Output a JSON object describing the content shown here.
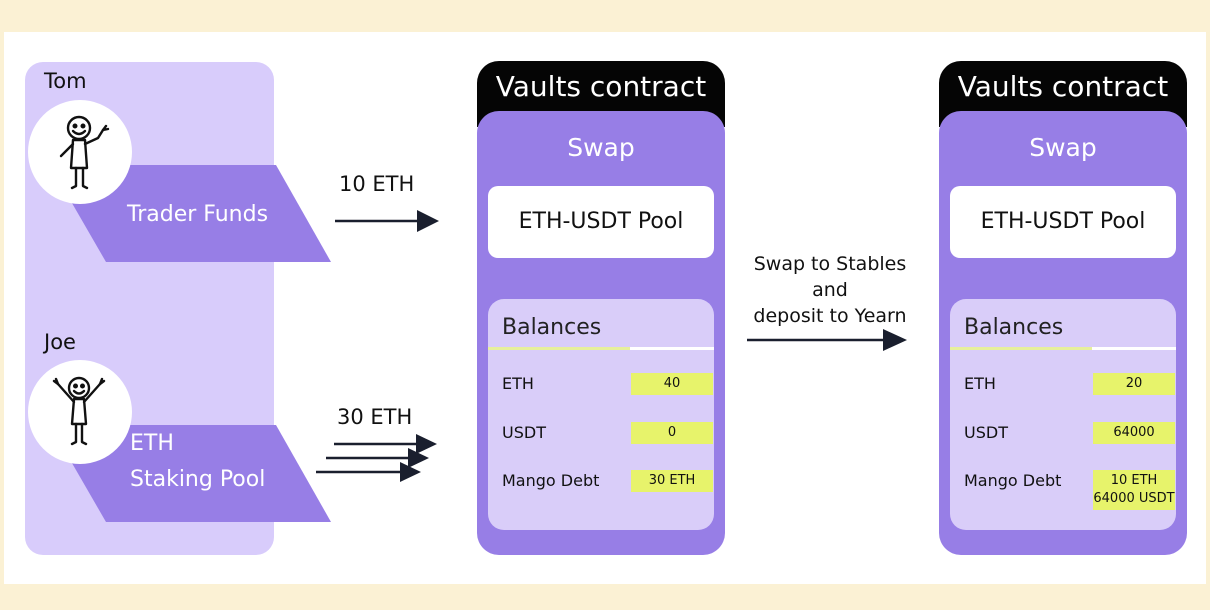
{
  "colors": {
    "background": "#fbf1d4",
    "panel": "#d8ccfb",
    "accent_purple": "#977ee6",
    "vault_header": "#050505",
    "value_highlight": "#e7f36b"
  },
  "users": [
    {
      "name": "Tom",
      "fund": [
        "Trader Funds"
      ]
    },
    {
      "name": "Joe",
      "fund": [
        "ETH",
        "Staking Pool"
      ]
    }
  ],
  "flows": {
    "tom_amount": "10 ETH",
    "joe_amount": "30 ETH",
    "middle": [
      "Swap to Stables",
      "and",
      "deposit to Yearn"
    ]
  },
  "vaults": [
    {
      "title": "Vaults contract",
      "swap": "Swap",
      "pool": "ETH-USDT Pool",
      "balances_title": "Balances",
      "rows": [
        {
          "label": "ETH",
          "value": [
            "40"
          ]
        },
        {
          "label": "USDT",
          "value": [
            "0"
          ]
        },
        {
          "label": "Mango Debt",
          "value": [
            "30 ETH"
          ]
        }
      ]
    },
    {
      "title": "Vaults contract",
      "swap": "Swap",
      "pool": "ETH-USDT Pool",
      "balances_title": "Balances",
      "rows": [
        {
          "label": "ETH",
          "value": [
            "20"
          ]
        },
        {
          "label": "USDT",
          "value": [
            "64000"
          ]
        },
        {
          "label": "Mango Debt",
          "value": [
            "10 ETH",
            "64000 USDT"
          ]
        }
      ]
    }
  ]
}
